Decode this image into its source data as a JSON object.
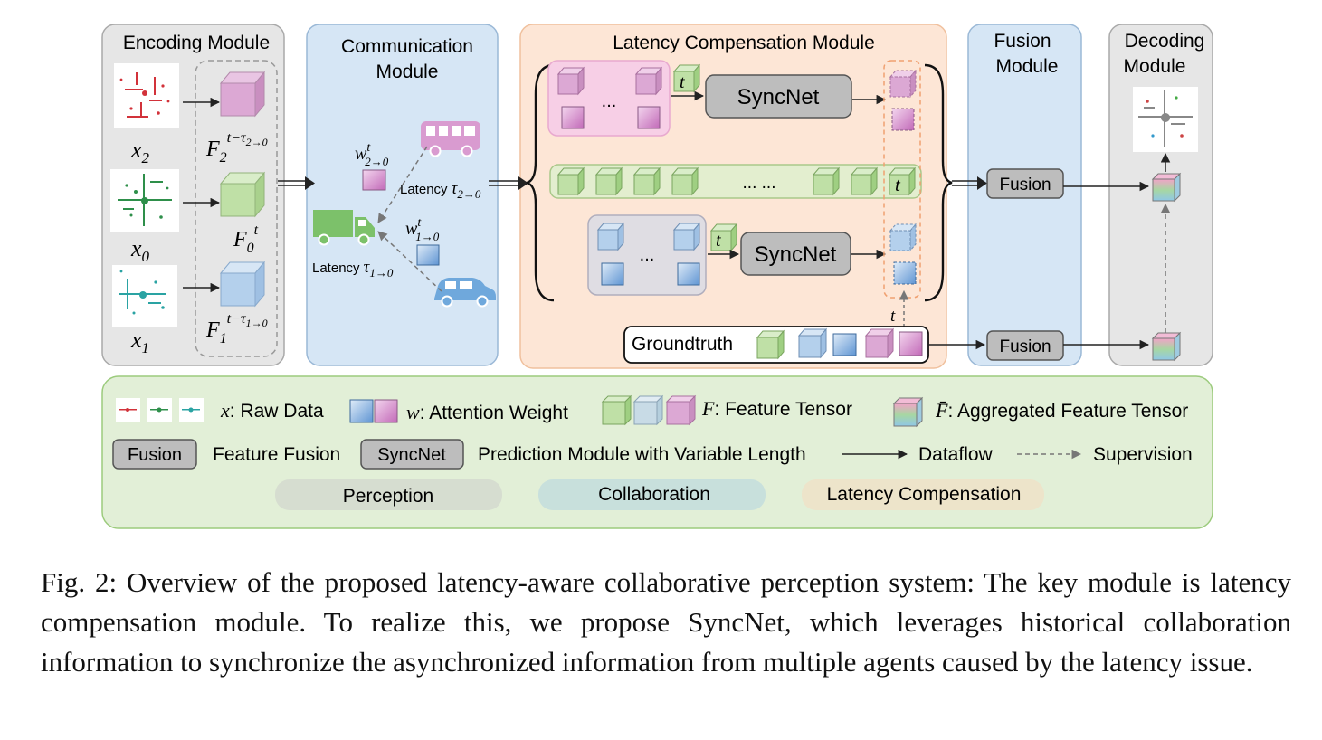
{
  "modules": {
    "encoding": "Encoding Module",
    "communication_l1": "Communication",
    "communication_l2": "Module",
    "latency": "Latency Compensation Module",
    "fusion_l1": "Fusion",
    "fusion_l2": "Module",
    "decoding_l1": "Decoding",
    "decoding_l2": "Module"
  },
  "encoding": {
    "x2": "x",
    "x2_sub": "2",
    "x0": "x",
    "x0_sub": "0",
    "x1": "x",
    "x1_sub": "1",
    "f2": "F",
    "f2_sub": "2",
    "f2_sup": "t−τ",
    "f2_sup_sub": "2→0",
    "f0": "F",
    "f0_sub": "0",
    "f0_sup": "t",
    "f1": "F",
    "f1_sub": "1",
    "f1_sup": "t−τ",
    "f1_sup_sub": "1→0"
  },
  "communication": {
    "w2": "w",
    "w2_sup": "t",
    "w2_sub": "2→0",
    "w1": "w",
    "w1_sup": "t",
    "w1_sub": "1→0",
    "lat2": "Latency",
    "lat2_tau": "τ",
    "lat2_sub": "2→0",
    "lat1": "Latency",
    "lat1_tau": "τ",
    "lat1_sub": "1→0"
  },
  "latency_module": {
    "syncnet": "SyncNet",
    "ellipsis": "...",
    "ellipsis_long": "... ...",
    "t": "t",
    "groundtruth": "Groundtruth"
  },
  "fusion": {
    "label": "Fusion"
  },
  "legend": {
    "raw_sym": "x",
    "raw": ": Raw Data",
    "att_sym": "w",
    "att": ": Attention Weight",
    "feat_sym": "F",
    "feat": ": Feature Tensor",
    "agg_sym": "F̄",
    "agg": ": Aggregated Feature Tensor",
    "fusion_btn": "Fusion",
    "fusion_desc": "Feature Fusion",
    "sync_btn": "SyncNet",
    "sync_desc": "Prediction Module with Variable Length",
    "dataflow": "Dataflow",
    "supervision": "Supervision",
    "perception": "Perception",
    "collaboration": "Collaboration",
    "latency_comp": "Latency Compensation"
  },
  "colors": {
    "encoding_bg": "#e6e6e6",
    "comm_bg": "#d6e6f5",
    "latency_bg": "#fde6d6",
    "fusion_bg": "#d6e6f5",
    "decoding_bg": "#e6e6e6",
    "legend_bg": "#e2efd7",
    "pink": "#dca8d4",
    "green": "#bfe0a6",
    "blue": "#b4d0ec",
    "button_gray": "#bdbdbd"
  },
  "caption": "Fig. 2: Overview of the proposed latency-aware collaborative perception system: The key module is latency compensation module. To realize this, we propose SyncNet, which leverages historical collaboration information to synchronize the asynchronized information from multiple agents caused by the latency issue."
}
